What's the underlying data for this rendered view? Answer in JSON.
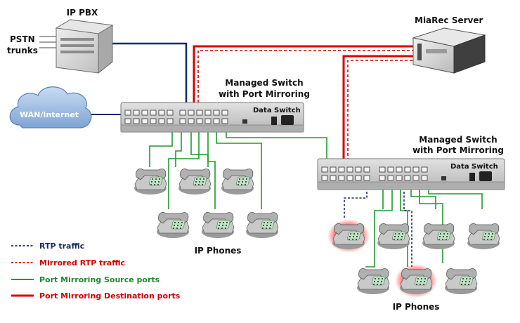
{
  "labels": {
    "ip_pbx": "IP PBX",
    "pstn": "PSTN",
    "trunks": "trunks",
    "wan": "WAN/Internet",
    "miarec": "MiaRec Server",
    "switch1_line1": "Managed Switch",
    "switch1_line2": "with Port Mirroring",
    "switch2_line1": "Managed Switch",
    "switch2_line2": "with Port Mirroring",
    "data_switch_1": "Data Switch",
    "data_switch_2": "Data Switch",
    "phones_left": "IP Phones",
    "phones_right": "IP Phones"
  },
  "legend": [
    {
      "text": "RTP traffic",
      "style": "dashed",
      "color": "#1a2a5a"
    },
    {
      "text": "Mirrored RTP traffic",
      "style": "dashed",
      "color": "#d00000"
    },
    {
      "text": "Port Mirroring Source ports",
      "style": "solid",
      "color": "#1e8a2e"
    },
    {
      "text": "Port Mirroring Destination ports",
      "style": "solid",
      "color": "#d00000"
    }
  ],
  "colors": {
    "navy": "#0b2a6b",
    "red": "#d80000",
    "green": "#1e9a2e",
    "rtp_dashed": "#1a2a5a",
    "mirrored_dashed": "#d00000",
    "legend_green_text": "#1e8a2e",
    "legend_red_text": "#d00000",
    "legend_navy_text": "#1a2a5a"
  }
}
